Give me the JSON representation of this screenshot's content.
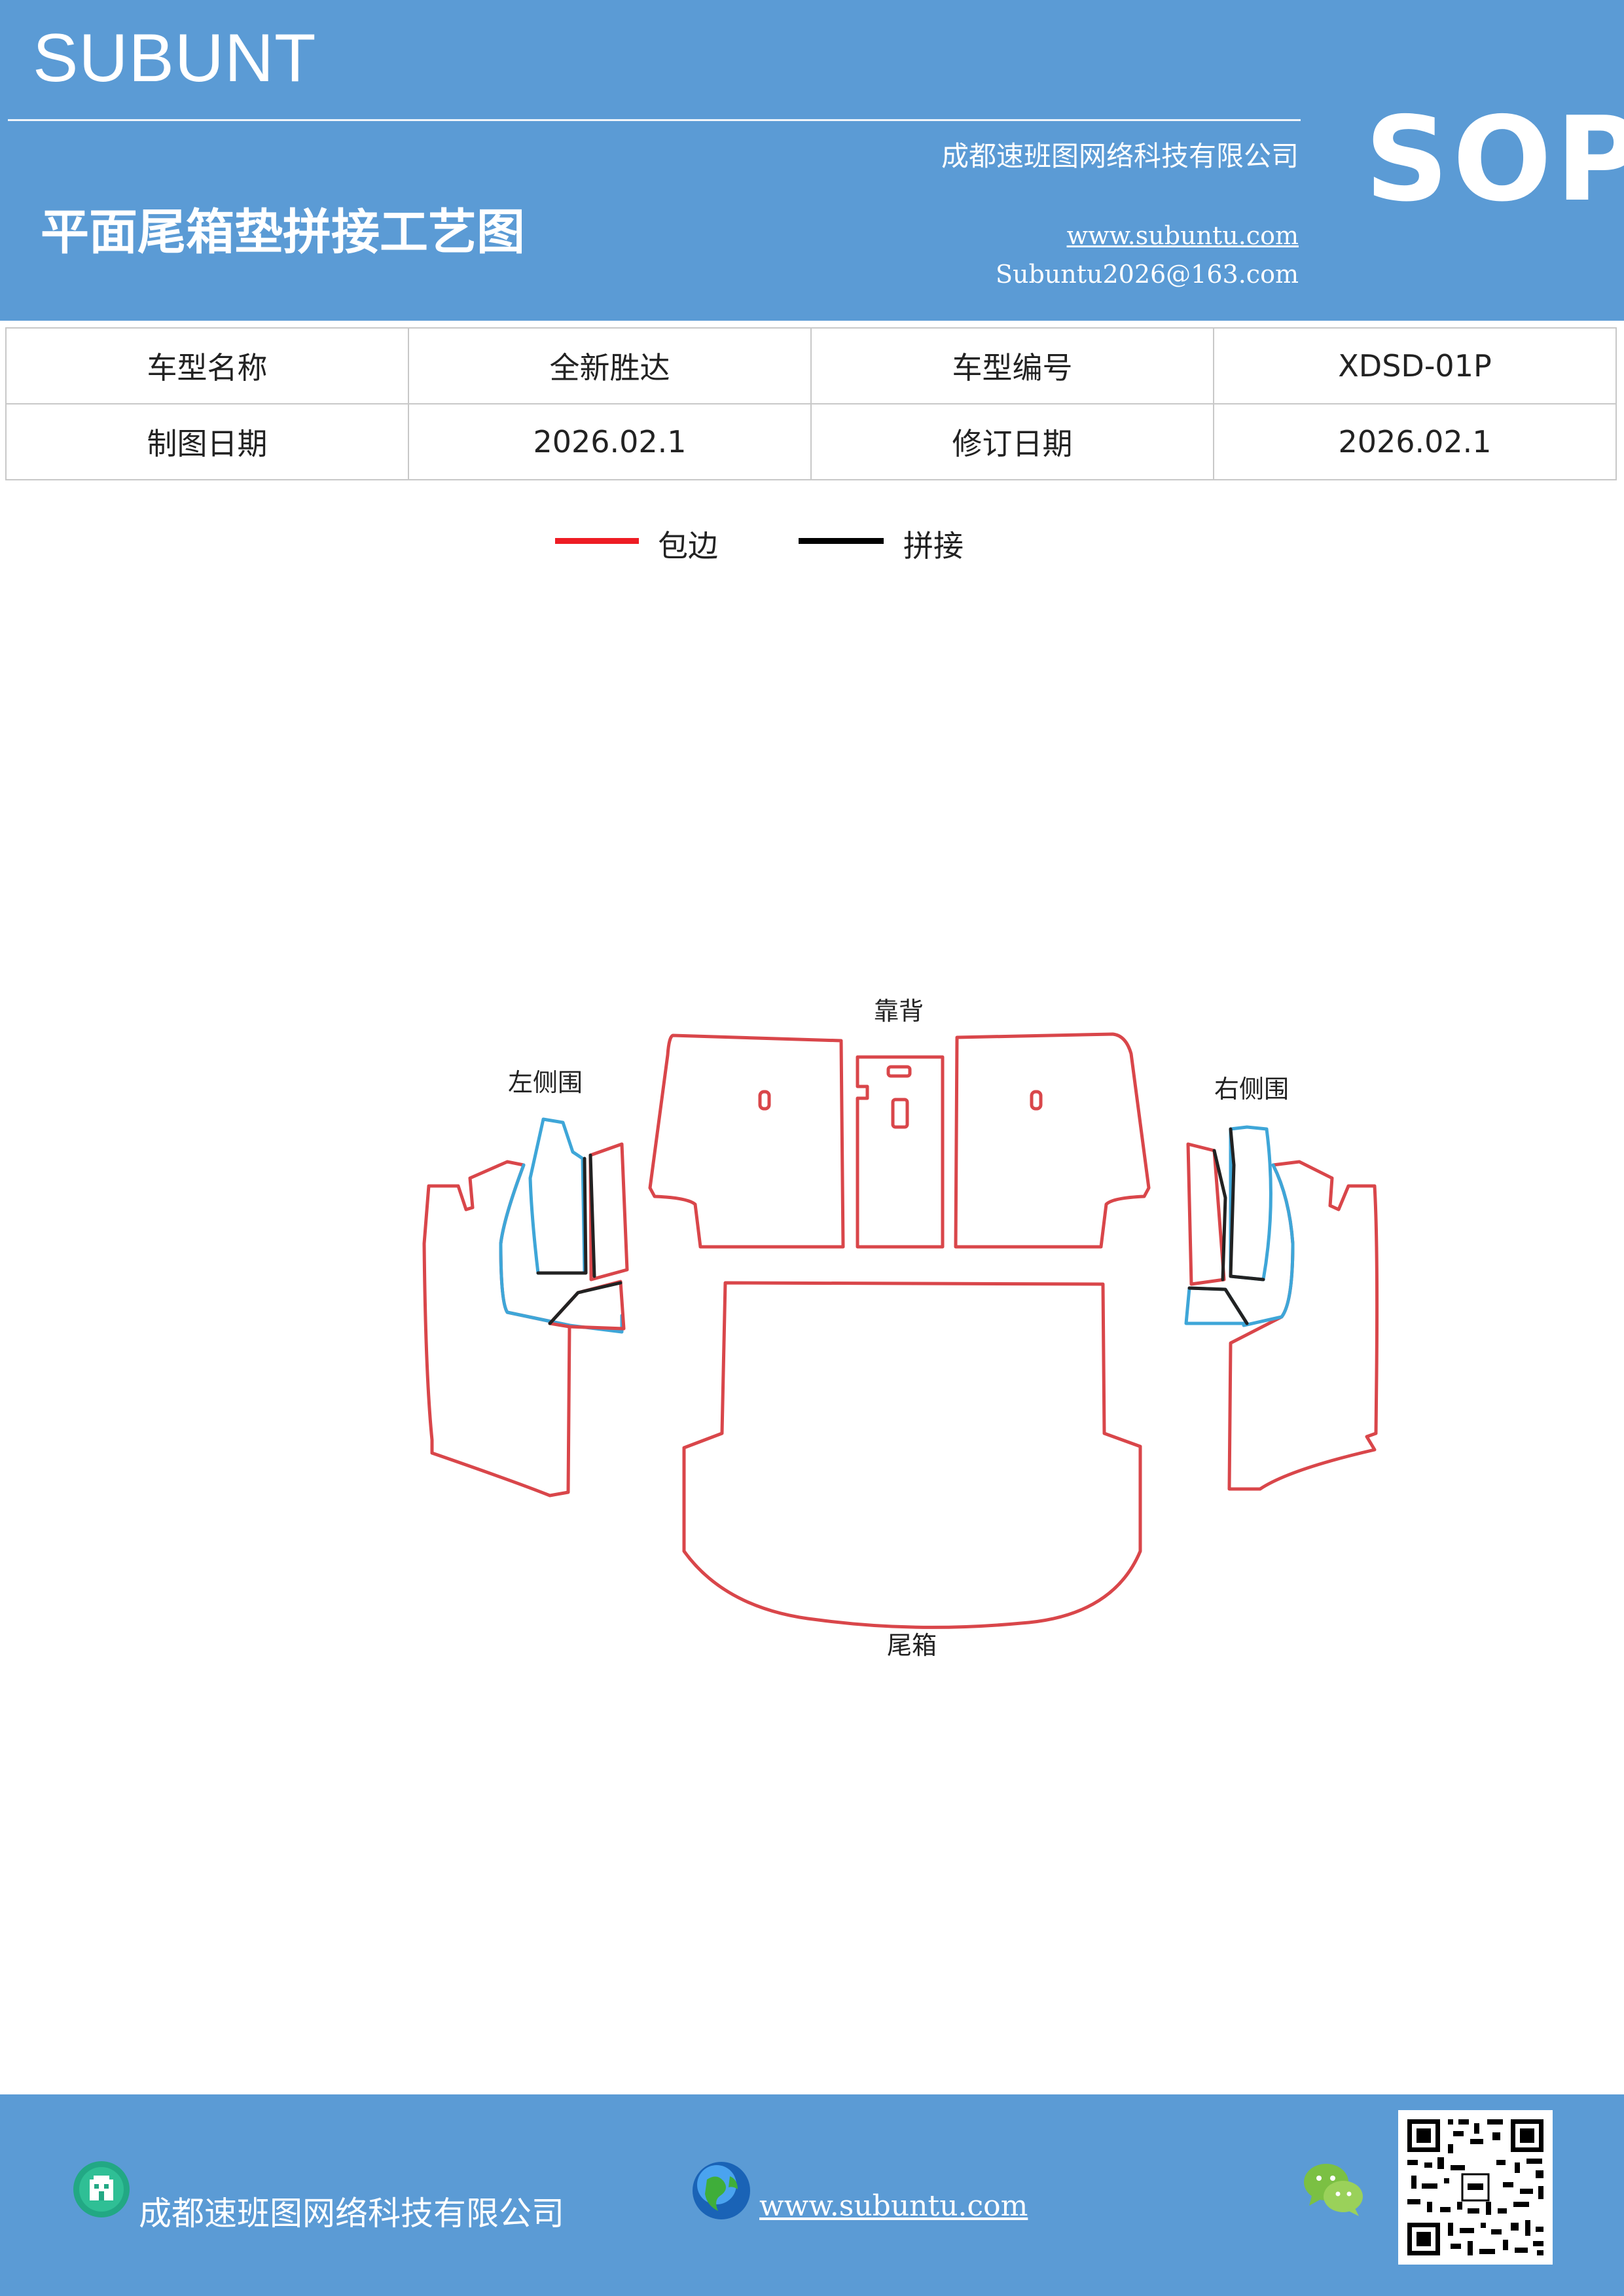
{
  "header": {
    "brand": "SUBUNT",
    "company": "成都速班图网络科技有限公司",
    "title": "平面尾箱垫拼接工艺图",
    "website": "www.subuntu.com",
    "email": "Subuntu2026@163.com",
    "badge": "SOP"
  },
  "info": {
    "model_name_label": "车型名称",
    "model_name": "全新胜达",
    "model_code_label": "车型编号",
    "model_code": "XDSD-01P",
    "draw_date_label": "制图日期",
    "draw_date": "2026.02.1",
    "revise_date_label": "修订日期",
    "revise_date": "2026.02.1"
  },
  "legend": {
    "edging": {
      "label": "包边",
      "color": "#ee1c24"
    },
    "splice": {
      "label": "拼接",
      "color": "#000000"
    }
  },
  "diagram": {
    "backrest": "靠背",
    "left_side": "左侧围",
    "right_side": "右侧围",
    "trunk": "尾箱",
    "outline_color": "#d9464a",
    "side_edge_color": "#3ea6d8",
    "splice_color": "#222222"
  },
  "footer": {
    "company": "成都速班图网络科技有限公司",
    "website": "www.subuntu.com",
    "icons": [
      "building-icon",
      "globe-icon",
      "wechat-icon",
      "qr-code"
    ]
  }
}
